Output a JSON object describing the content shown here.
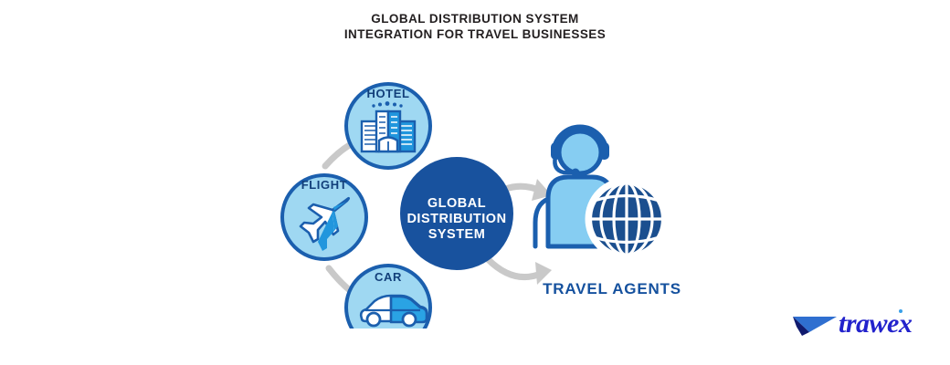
{
  "title": {
    "line1": "GLOBAL DISTRIBUTION SYSTEM",
    "line2": "INTEGRATION FOR TRAVEL BUSINESSES"
  },
  "diagram": {
    "type": "hub-and-spoke",
    "center": {
      "name": "global-distribution-system",
      "label_line1": "GLOBAL",
      "label_line2": "DISTRIBUTION",
      "label_line3": "SYSTEM",
      "fill": "#18529e",
      "text_color": "#ffffff"
    },
    "nodes": [
      {
        "name": "hotel",
        "label": "HOTEL",
        "icon": "hotel-building-icon",
        "fill": "#9fd8f2",
        "ring": "#1b5fae",
        "text_color": "#123f7a",
        "position": "top"
      },
      {
        "name": "flight",
        "label": "FLIGHT",
        "icon": "airplane-icon",
        "fill": "#9fd8f2",
        "ring": "#1b5fae",
        "text_color": "#123f7a",
        "position": "left"
      },
      {
        "name": "car",
        "label": "CAR",
        "icon": "car-icon",
        "fill": "#9fd8f2",
        "ring": "#1b5fae",
        "text_color": "#123f7a",
        "position": "bottom"
      }
    ],
    "output": {
      "name": "travel-agents",
      "label": "TRAVEL AGENTS",
      "icon": "agent-with-headset-and-globe-icon",
      "text_color": "#15519e",
      "figure_fill": "#86cdf2",
      "figure_outline": "#1b5fae",
      "globe_fill": "#1b4f8f"
    },
    "connector_color": "#c9c9c9",
    "connectors": [
      {
        "name": "flight-to-hotel-connector",
        "arrowhead": false
      },
      {
        "name": "flight-to-car-connector",
        "arrowhead": false
      },
      {
        "name": "gds-to-agent-upper-arrow",
        "arrowhead": true
      },
      {
        "name": "gds-to-agent-lower-arrow",
        "arrowhead": true
      }
    ]
  },
  "logo": {
    "name": "trawex-logo",
    "wordmark": "trawex",
    "mark": "paper-plane-arrow-icon",
    "color": "#2222cc",
    "mark_color_light": "#2f6fd0",
    "mark_color_dark": "#101a6e"
  }
}
